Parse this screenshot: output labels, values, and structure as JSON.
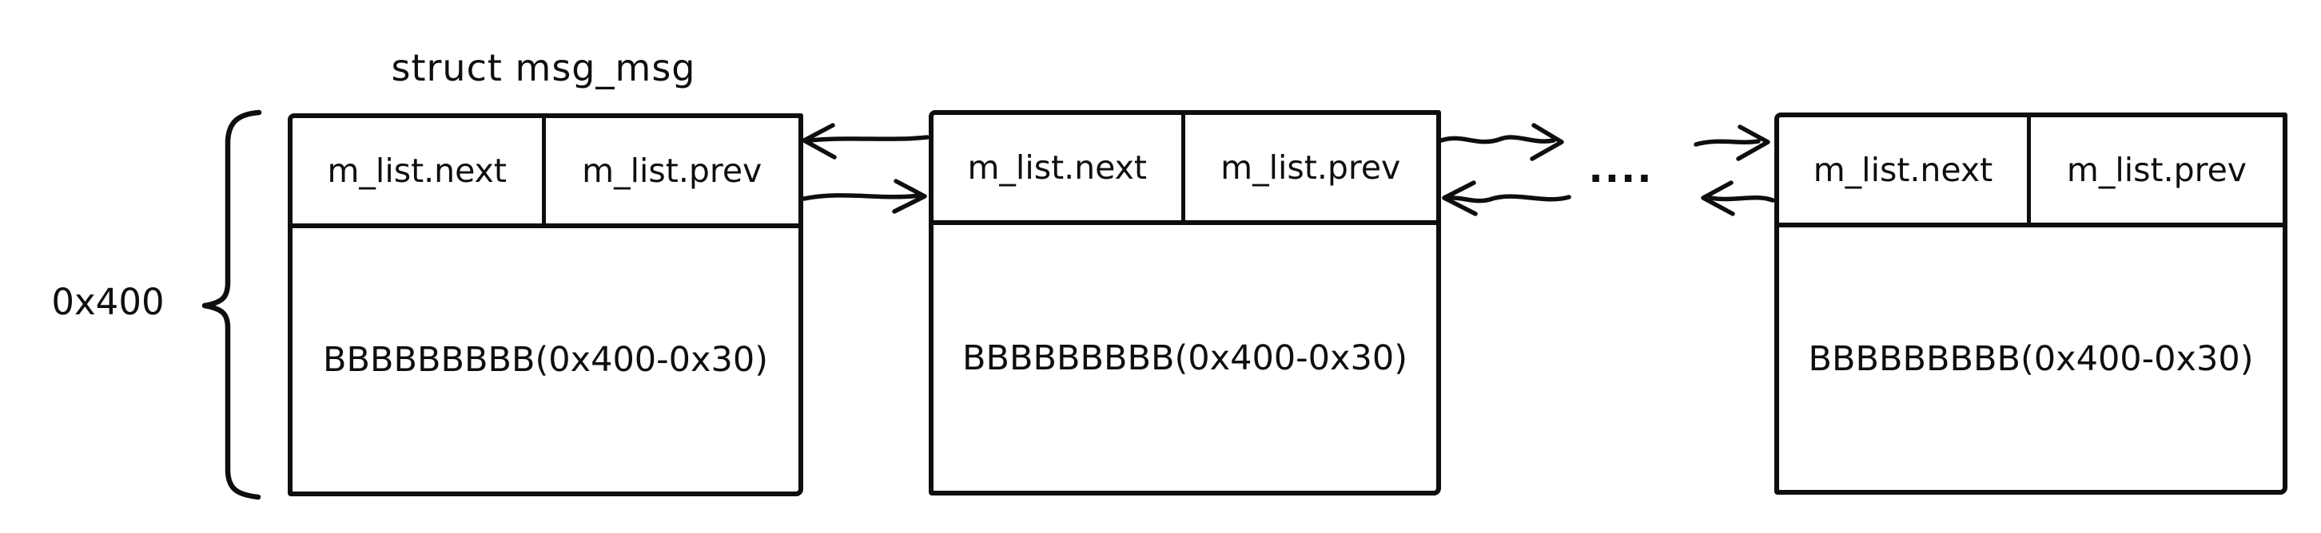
{
  "title": "struct msg_msg",
  "brace": {
    "label": "0x400"
  },
  "ellipsis": "....",
  "nodes": [
    {
      "fields": {
        "next": "m_list.next",
        "prev": "m_list.prev"
      },
      "body": "BBBBBBBBB(0x400-0x30)"
    },
    {
      "fields": {
        "next": "m_list.next",
        "prev": "m_list.prev"
      },
      "body": "BBBBBBBBB(0x400-0x30)"
    },
    {
      "fields": {
        "next": "m_list.next",
        "prev": "m_list.prev"
      },
      "body": "BBBBBBBBB(0x400-0x30)"
    }
  ],
  "colors": {
    "ink": "#0e0e0e",
    "background": "#ffffff"
  }
}
